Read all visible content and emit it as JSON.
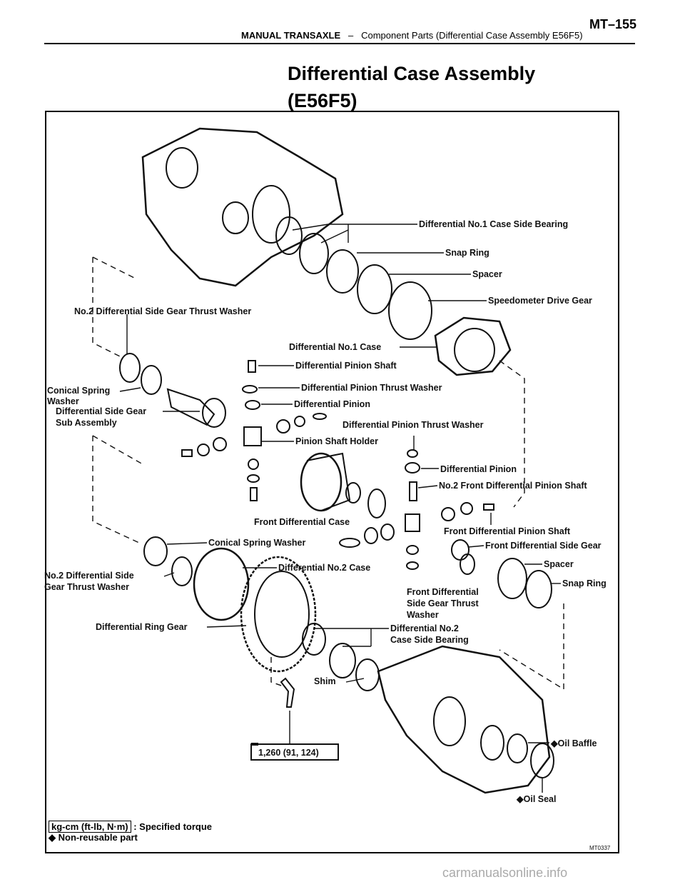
{
  "header": {
    "section": "MANUAL TRANSAXLE",
    "separator": "–",
    "subtitle": "Component Parts (Differential Case Assembly E56F5)",
    "page": "MT–155"
  },
  "title": {
    "line1": "Differential Case Assembly",
    "line2": "(E56F5)"
  },
  "labels": {
    "no1_case_side_bearing": "Differential No.1 Case Side Bearing",
    "snap_ring_top": "Snap Ring",
    "spacer_top": "Spacer",
    "speedometer_drive_gear": "Speedometer Drive Gear",
    "no2_side_gear_thrust_washer_top": "No.2 Differential Side Gear Thrust Washer",
    "diff_no1_case": "Differential No.1 Case",
    "diff_pinion_shaft": "Differential Pinion Shaft",
    "conical_spring_washer_top_1": "Conical Spring",
    "conical_spring_washer_top_2": "Washer",
    "diff_pinion_thrust_washer_1": "Differential Pinion Thrust Washer",
    "diff_pinion_1": "Differential Pinion",
    "side_gear_sub_1": "Differential Side Gear",
    "side_gear_sub_2": "Sub Assembly",
    "diff_pinion_thrust_washer_2": "Differential Pinion Thrust Washer",
    "pinion_shaft_holder": "Pinion Shaft Holder",
    "diff_pinion_2": "Differential Pinion",
    "no2_front_pinion_shaft": "No.2 Front Differential Pinion Shaft",
    "front_diff_case": "Front Differential Case",
    "front_pinion_shaft": "Front Differential Pinion Shaft",
    "conical_spring_washer_bottom": "Conical Spring Washer",
    "front_side_gear": "Front Differential Side Gear",
    "no2_side_gear_thrust_washer_b1": "No.2 Differential Side",
    "no2_side_gear_thrust_washer_b2": "Gear Thrust Washer",
    "diff_no2_case": "Differential No.2 Case",
    "spacer_bottom": "Spacer",
    "snap_ring_bottom": "Snap Ring",
    "front_side_thrust_1": "Front Differential",
    "front_side_thrust_2": "Side Gear Thrust",
    "front_side_thrust_3": "Washer",
    "ring_gear": "Differential Ring Gear",
    "no2_case_side_bearing_1": "Differential No.2",
    "no2_case_side_bearing_2": "Case Side Bearing",
    "shim": "Shim",
    "torque": "1,260 (91, 124)",
    "oil_baffle": "Oil Baffle",
    "oil_seal": "Oil Seal",
    "figure_code": "MT0337"
  },
  "footer": {
    "torque_unit": "kg-cm (ft-lb, N·m)",
    "torque_desc": ": Specified torque",
    "nonreusable_symbol": "◆",
    "nonreusable_desc": "Non-reusable part"
  },
  "watermark": "carmanualsonline.info"
}
